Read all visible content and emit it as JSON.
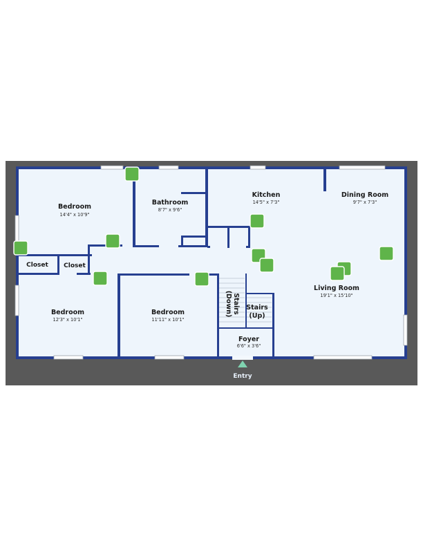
{
  "rooms": [
    {
      "name": "Bedroom",
      "dims": "14'4\" x 10'9\""
    },
    {
      "name": "Bathroom",
      "dims": "8'7\" x 9'6\""
    },
    {
      "name": "Kitchen",
      "dims": "14'5\" x 7'3\""
    },
    {
      "name": "Dining Room",
      "dims": "9'7\" x 7'3\""
    },
    {
      "name": "Living Room",
      "dims": "19'1\" x 15'10\""
    },
    {
      "name": "Bedroom",
      "dims": "12'3\" x 10'1\""
    },
    {
      "name": "Bedroom",
      "dims": "11'11\" x 10'1\""
    },
    {
      "name": "Foyer",
      "dims": "6'6\" x 3'6\""
    }
  ],
  "closets": [
    "Closet",
    "Closet"
  ],
  "stairs": {
    "down": [
      "Stairs",
      "(Down)"
    ],
    "up": [
      "Stairs",
      "(Up)"
    ]
  },
  "entry": {
    "label": "Entry"
  },
  "colors": {
    "background": "#595959",
    "floor": "#eef5fc",
    "wall": "#263f90",
    "marker": "#5fb44a",
    "entry_arrow": "#7fd3b0"
  },
  "markers": [
    {
      "name": "photo-marker"
    },
    {
      "name": "photo-marker"
    },
    {
      "name": "photo-marker"
    },
    {
      "name": "photo-marker"
    },
    {
      "name": "photo-marker"
    },
    {
      "name": "photo-marker"
    },
    {
      "name": "photo-marker"
    },
    {
      "name": "photo-marker"
    },
    {
      "name": "photo-marker"
    },
    {
      "name": "photo-marker"
    },
    {
      "name": "photo-marker"
    }
  ]
}
